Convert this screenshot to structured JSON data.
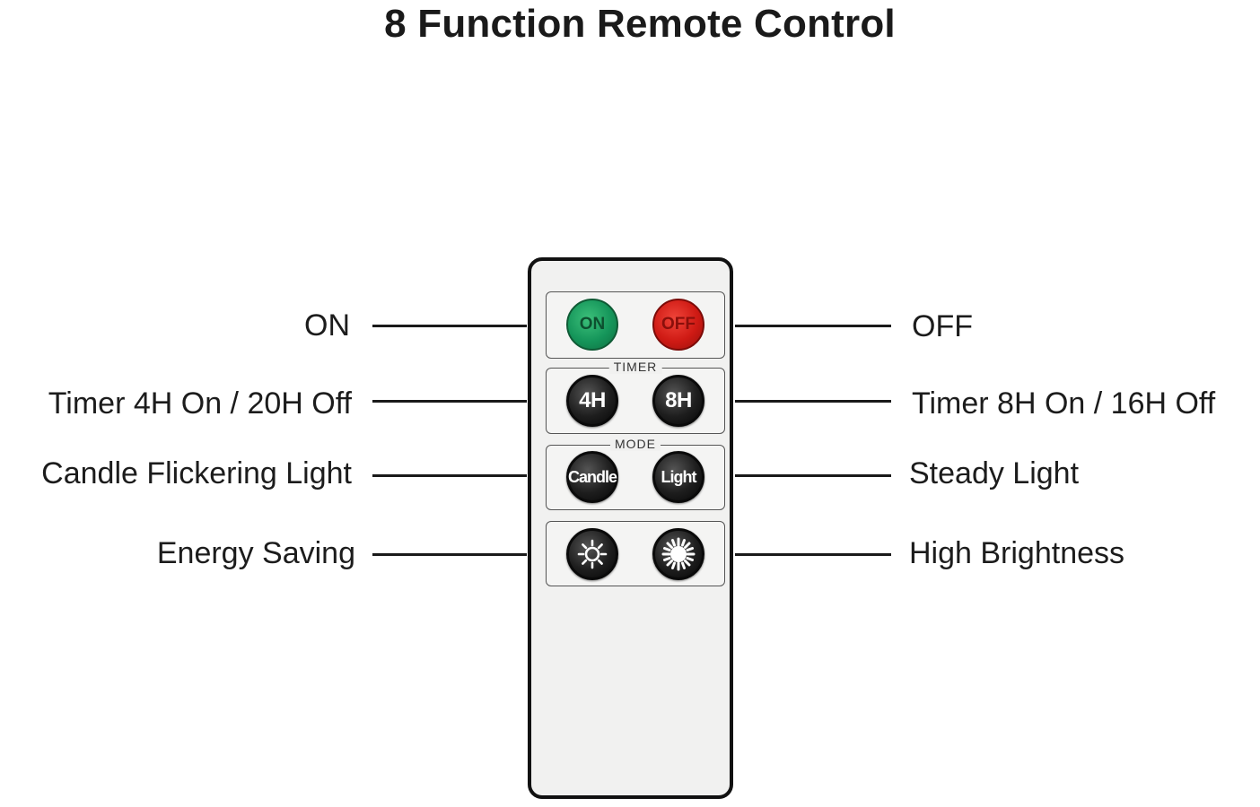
{
  "title": "8 Function Remote Control",
  "left_labels": {
    "on": "ON",
    "timer_4h": "Timer 4H On / 20H Off",
    "candle": "Candle Flickering Light",
    "energy": "Energy Saving"
  },
  "right_labels": {
    "off": "OFF",
    "timer_8h": "Timer 8H On / 16H Off",
    "steady": "Steady Light",
    "high": "High Brightness"
  },
  "remote": {
    "timer_caption": "TIMER",
    "mode_caption": "MODE",
    "buttons": {
      "on": "ON",
      "off": "OFF",
      "timer_4h": "4H",
      "timer_8h": "8H",
      "candle": "Candle",
      "light": "Light"
    },
    "icons": {
      "energy": "sun-outline-icon",
      "high": "sun-filled-icon"
    },
    "colors": {
      "on_button": "#15955a",
      "off_button": "#cf1a14",
      "function_button": "#1e1e1e"
    }
  }
}
